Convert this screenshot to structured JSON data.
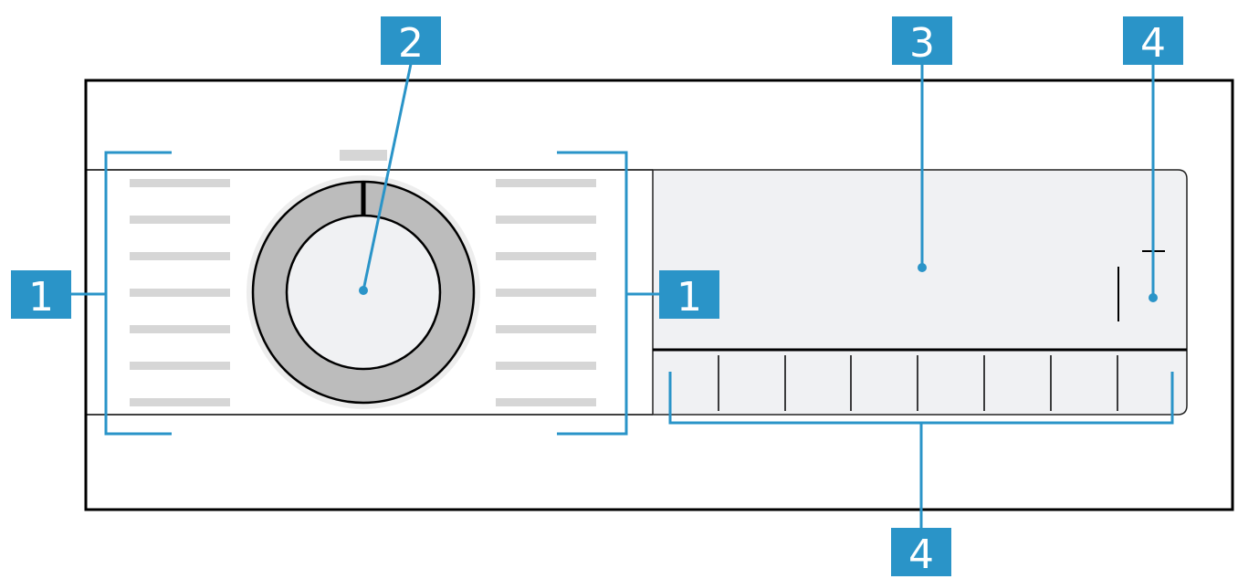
{
  "callouts": {
    "programme_list_left": "1",
    "programme_list_right": "1",
    "programme_selector": "2",
    "display": "3",
    "buttons_right": "4",
    "buttons_bottom": "4"
  },
  "colors": {
    "callout_fill": "#2a94c8",
    "callout_line": "#2a94c8",
    "outline": "#000000",
    "placeholder_bar": "#d6d6d6",
    "dial_ring": "#bcbcbc",
    "dial_center": "#f0f1f3",
    "display_fill": "#f0f1f3"
  },
  "icons": {
    "dial": "rotary-dial-icon"
  }
}
